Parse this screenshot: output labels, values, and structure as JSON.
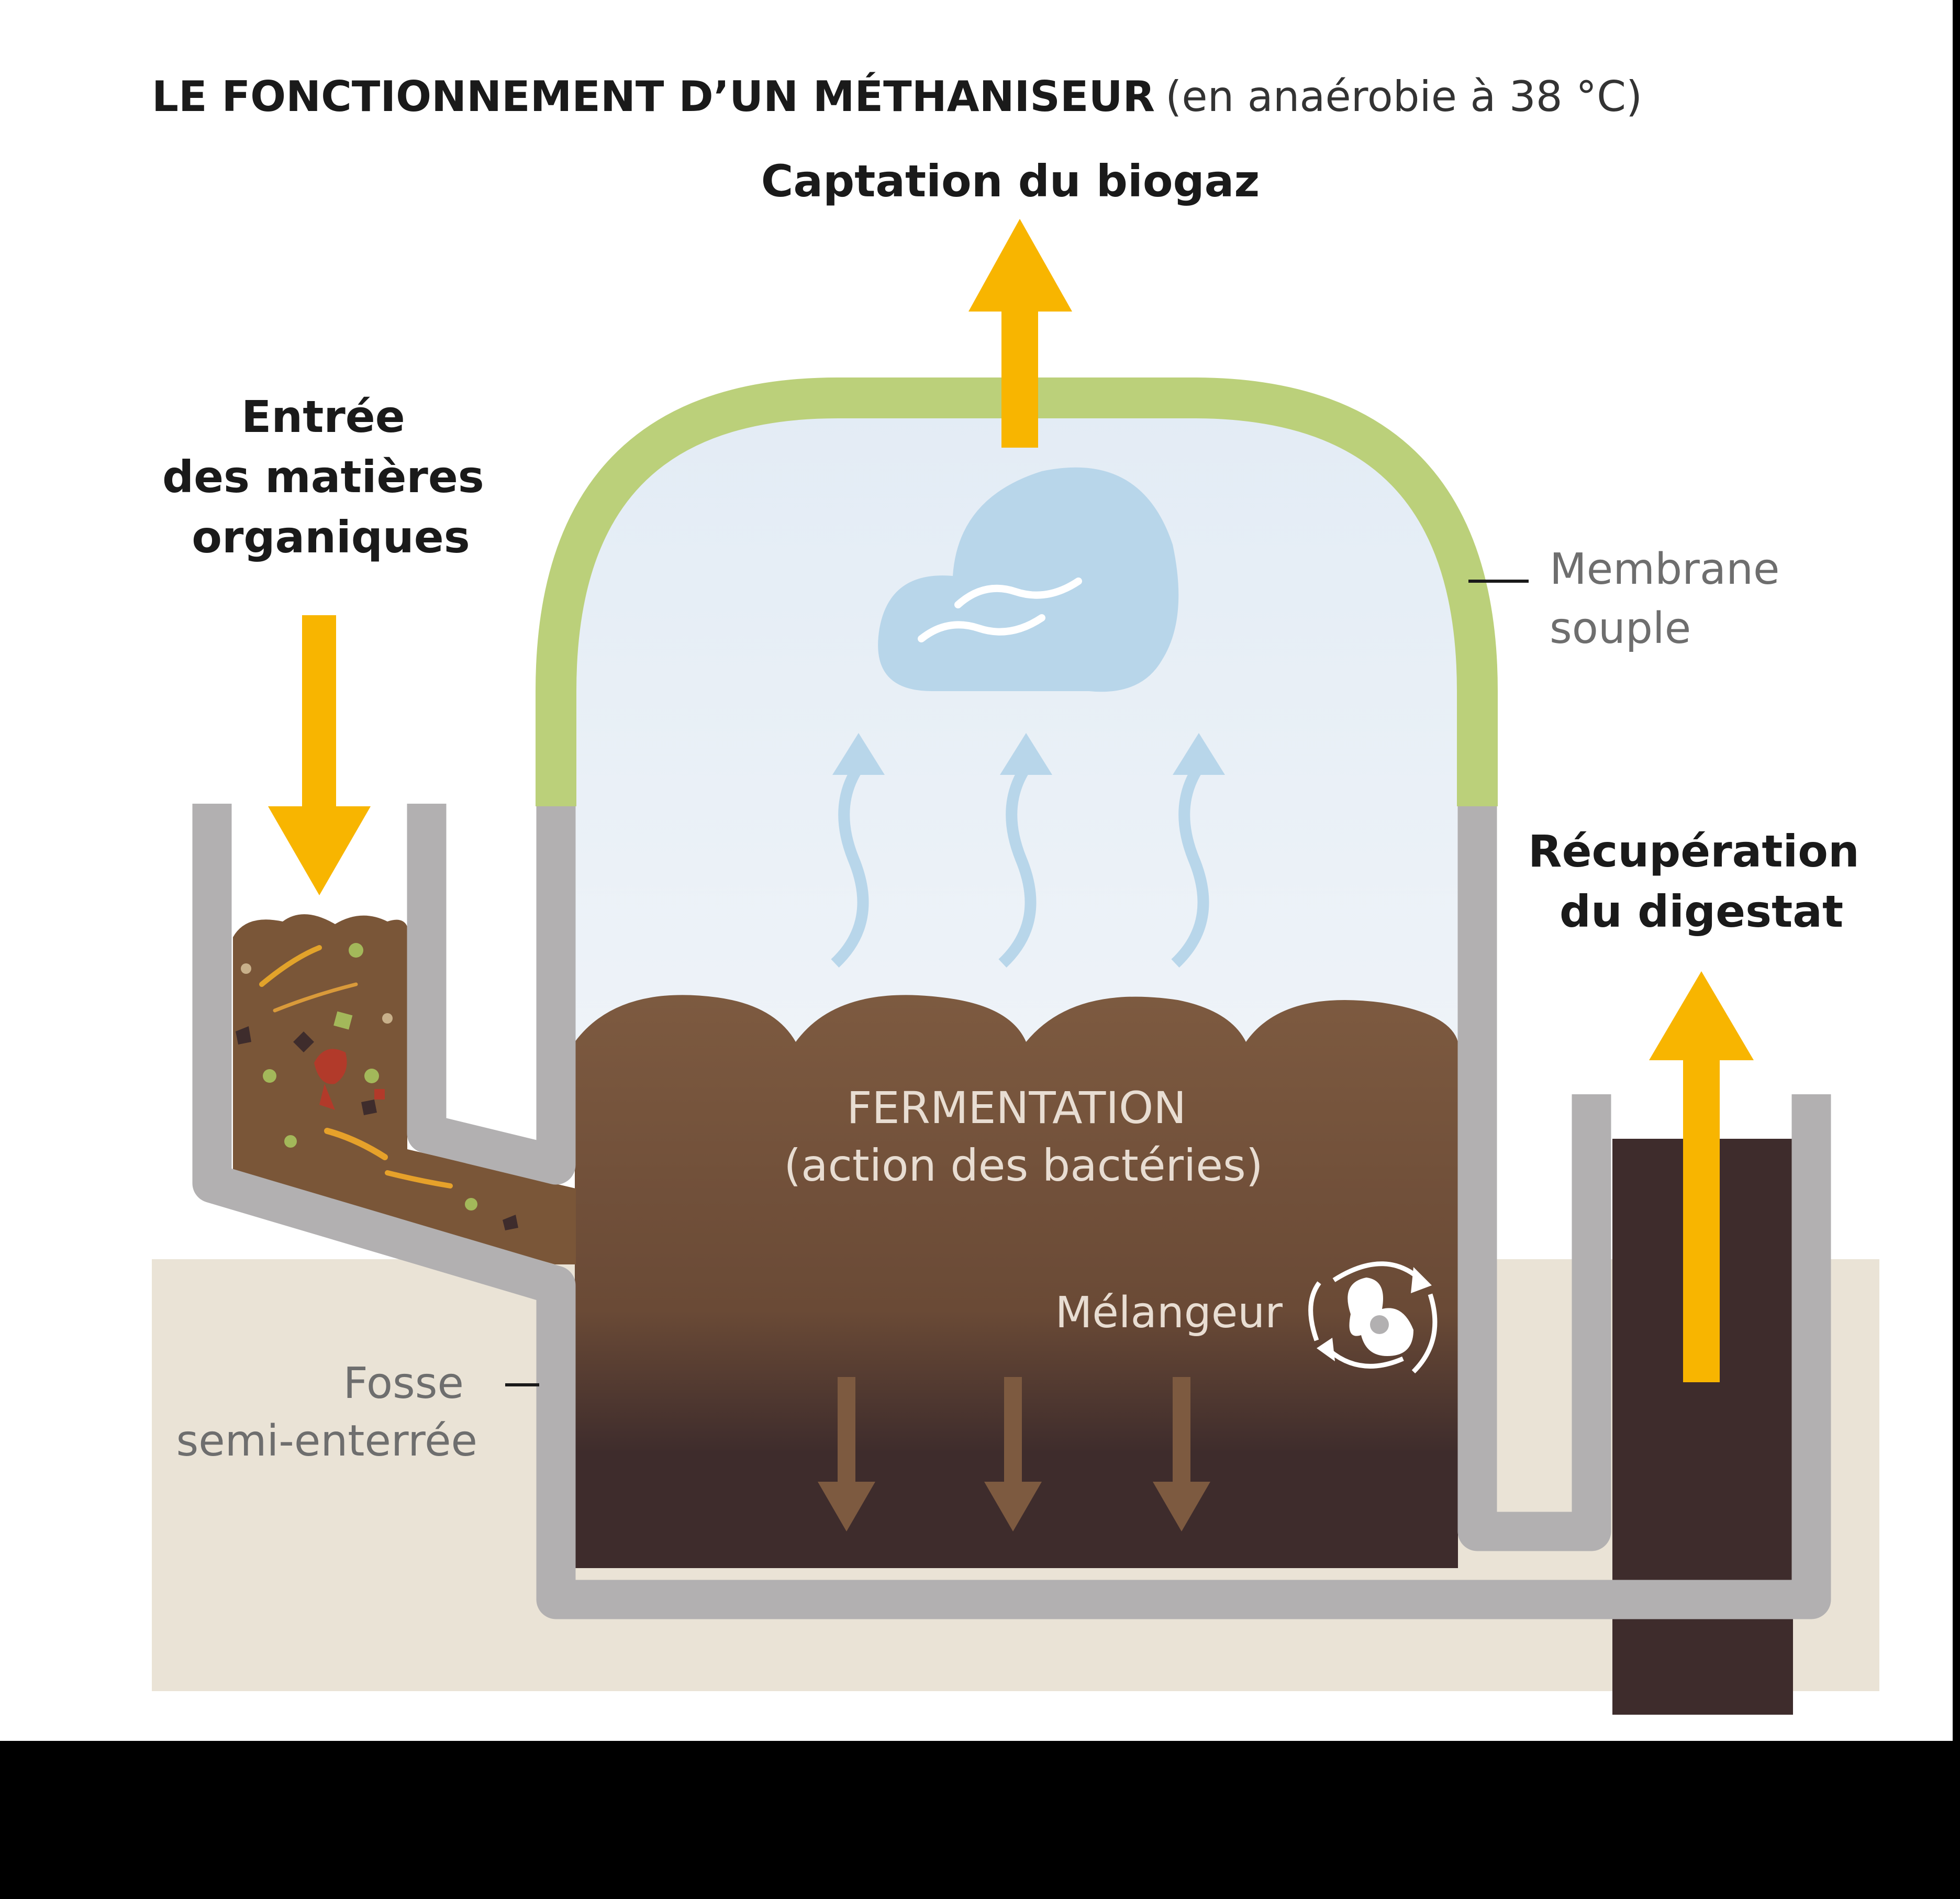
{
  "title": {
    "main": "LE FONCTIONNEMENT D’UN MÉTHANISEUR",
    "sub": "(en anaérobie à 38 °C)"
  },
  "labels": {
    "captation": "Captation du biogaz",
    "entree": [
      "Entrée",
      "des matières",
      "organiques"
    ],
    "membrane": [
      "Membrane",
      "souple"
    ],
    "recuperation": [
      "Récupération",
      "du digestat"
    ],
    "fermentation": [
      "FERMENTATION",
      "(action des bactéries)"
    ],
    "melangeur": "Mélangeur",
    "fosse": [
      "Fosse",
      "semi-enterrée"
    ]
  },
  "colors": {
    "page_frame": "#000000",
    "background": "#FFFFFF",
    "ground": "#EAE3D6",
    "wall": "#B2B0B1",
    "membrane": "#BBD07A",
    "gas_space": "#E6EEF6",
    "cloud": "#B8D6EA",
    "digestate_top": "#7D5A40",
    "digestate_bottom": "#3E2C2C",
    "arrow_orange": "#F8B500",
    "arrow_blue": "#B8D6EA",
    "arrow_brown": "#7D5A40",
    "text_dark": "#1A1A1A",
    "text_grey": "#6E6E6E",
    "text_light": "#E8DDD2"
  },
  "icons": [
    "biogas-cloud-icon",
    "mixer-rotation-icon"
  ]
}
